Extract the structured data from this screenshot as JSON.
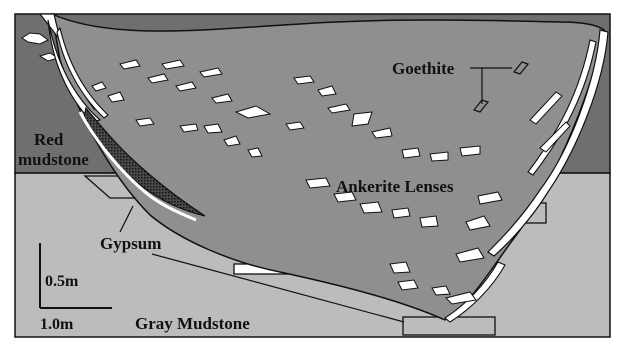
{
  "labels": {
    "goethite": "Goethite",
    "red_mudstone_line1": "Red",
    "red_mudstone_line2": "mudstone",
    "ankerite_lenses": "Ankerite Lenses",
    "gypsum": "Gypsum",
    "gray_mudstone": "Gray Mudstone"
  },
  "scale_bar": {
    "vertical": "0.5m",
    "horizontal": "1.0m"
  },
  "colors": {
    "background": "#ffffff",
    "outer_upper_zone": "#6f6f6f",
    "outer_lower_zone": "#bcbcbc",
    "channel_fill": "#8f8f8f",
    "lenses": "#ffffff",
    "outline": "#111111",
    "gypsum_pattern": "#222222"
  }
}
